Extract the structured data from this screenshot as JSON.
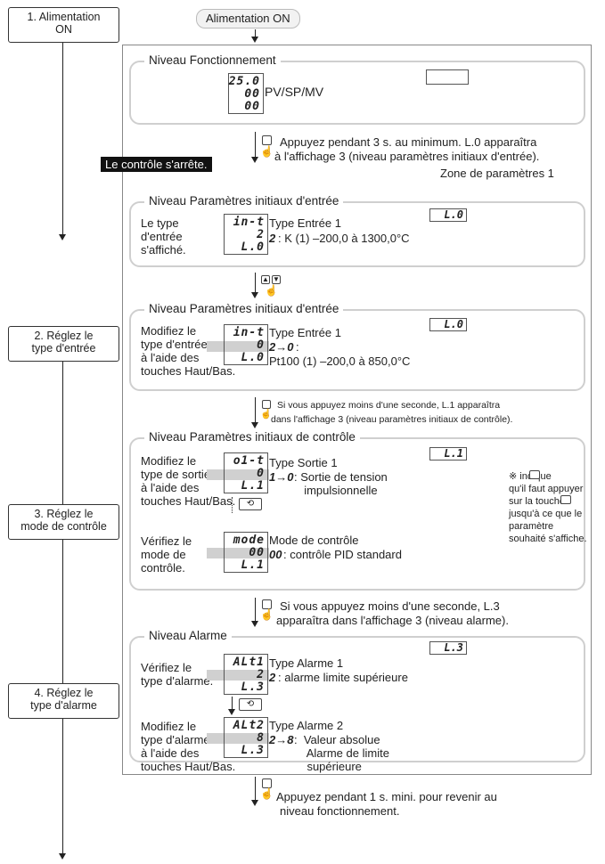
{
  "steps": {
    "s1": "1. Alimentation\nON",
    "s2": "2. Réglez le\ntype d'entrée",
    "s3": "3. Réglez le\nmode de contrôle",
    "s4": "4. Réglez le\ntype d'alarme"
  },
  "power_on": "Alimentation ON",
  "fonctionnement": {
    "title": "Niveau Fonctionnement",
    "disp": [
      "25.0",
      "00",
      "00"
    ],
    "label": "PV/SP/MV"
  },
  "hold3s": {
    "line1": "Appuyez pendant 3 s. au minimum. L.0 apparaîtra",
    "line2": "à l'affichage 3 (niveau paramètres initiaux d'entrée).",
    "zone": "Zone de paramètres 1"
  },
  "stop_label": "Le contrôle s'arrête.",
  "input1": {
    "title": "Niveau Paramètres initiaux d'entrée",
    "left": "Le type\nd'entrée\ns'affiché.",
    "disp": [
      "in-t",
      "2",
      "L.0"
    ],
    "badge": "L.0",
    "type": "Type Entrée 1",
    "val_code": "2",
    "val_text": ": K (1) –200,0 à 1300,0°C"
  },
  "input2": {
    "title": "Niveau Paramètres initiaux d'entrée",
    "left": "Modifiez le\ntype d'entrée\nà l'aide des\ntouches Haut/Bas.",
    "disp": [
      "in-t",
      "0",
      "L.0"
    ],
    "badge": "L.0",
    "type": "Type Entrée 1",
    "val_code": "2→0",
    "val_colon": ":",
    "val_text": "Pt100 (1) –200,0 à 850,0°C"
  },
  "press_short1": {
    "line1": "Si vous appuyez moins d'une seconde, L.1 apparaîtra",
    "line2": "dans l'affichage 3 (niveau paramètres initiaux de contrôle)."
  },
  "control": {
    "title": "Niveau Paramètres initiaux de contrôle",
    "badge": "L.1",
    "left1": "Modifiez le\ntype de sortie\nà l'aide des\ntouches Haut/Bas.",
    "disp1": [
      "o1-t",
      "0",
      "L.1"
    ],
    "type1": "Type Sortie 1",
    "val1_code": "1→0",
    "val1_text": ": Sortie de tension\nimpulsionnelle",
    "left2": "Vérifiez le\nmode de\ncontrôle.",
    "disp2": [
      "mode",
      "00",
      "L.1"
    ],
    "type2": "Mode de contrôle",
    "val2_code": "00",
    "val2_text": ": contrôle PID standard",
    "note": "※     indique\nqu'il faut appuyer\nsur la touche\njusqu'à ce que le\nparamètre\nsouhaité s'affiche."
  },
  "press_short2": {
    "line1": "Si vous appuyez moins d'une seconde, L.3",
    "line2": "apparaîtra dans l'affichage 3 (niveau alarme)."
  },
  "alarm": {
    "title": "Niveau Alarme",
    "badge": "L.3",
    "left1": "Vérifiez le\ntype d'alarme.",
    "disp1": [
      "ALt1",
      "2",
      "L.3"
    ],
    "type1": "Type Alarme 1",
    "val1_code": "2",
    "val1_text": ": alarme limite supérieure",
    "left2": "Modifiez le\ntype d'alarme\nà l'aide des\ntouches Haut/Bas.",
    "disp2": [
      "ALt2",
      "8",
      "L.3"
    ],
    "type2": "Type Alarme 2",
    "val2_code": "2→8",
    "val2_text": ":  Valeur absolue\n    Alarme de limite\n    supérieure"
  },
  "hold1s": {
    "line1": "Appuyez pendant 1 s. mini. pour revenir au",
    "line2": "niveau fonctionnement."
  }
}
